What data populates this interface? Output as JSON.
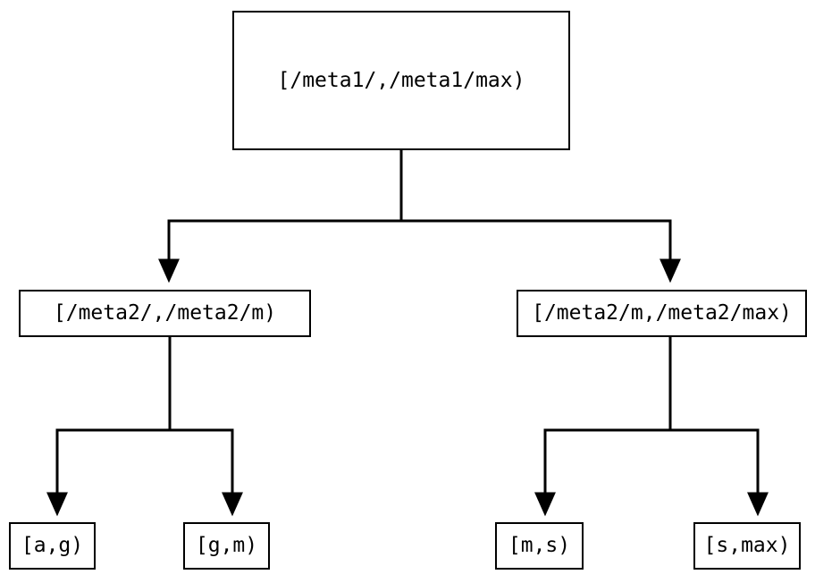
{
  "diagram": {
    "type": "tree",
    "title": "",
    "orientation": "top-down",
    "stroke_color": "#000000",
    "fill_color": "#ffffff",
    "nodes": [
      {
        "id": "root",
        "label": "[/meta1/,/meta1/max)",
        "level": 0
      },
      {
        "id": "meta2_lo",
        "label": "[/meta2/,/meta2/m)",
        "level": 1
      },
      {
        "id": "meta2_hi",
        "label": "[/meta2/m,/meta2/max)",
        "level": 1
      },
      {
        "id": "a_g",
        "label": "[a,g)",
        "level": 2
      },
      {
        "id": "g_m",
        "label": "[g,m)",
        "level": 2
      },
      {
        "id": "m_s",
        "label": "[m,s)",
        "level": 2
      },
      {
        "id": "s_max",
        "label": "[s,max)",
        "level": 2
      }
    ],
    "edges": [
      {
        "from": "root",
        "to": "meta2_lo",
        "arrow": "down"
      },
      {
        "from": "root",
        "to": "meta2_hi",
        "arrow": "down"
      },
      {
        "from": "meta2_lo",
        "to": "a_g",
        "arrow": "down"
      },
      {
        "from": "meta2_lo",
        "to": "g_m",
        "arrow": "down"
      },
      {
        "from": "meta2_hi",
        "to": "m_s",
        "arrow": "down"
      },
      {
        "from": "meta2_hi",
        "to": "s_max",
        "arrow": "down"
      }
    ]
  }
}
